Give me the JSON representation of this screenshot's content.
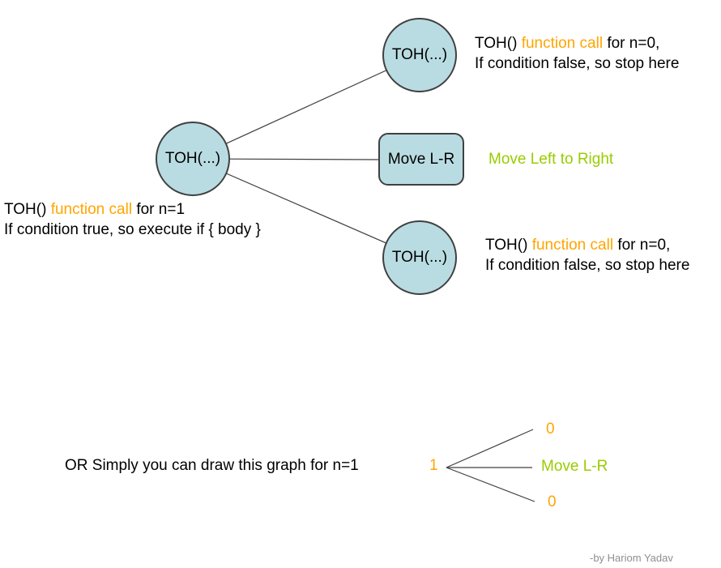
{
  "colors": {
    "node_fill": "#b9dce2",
    "node_border": "#404040",
    "line": "#404040",
    "orange": "#ffa500",
    "green": "#99cc00",
    "gray": "#8f8f8f"
  },
  "nodes": {
    "root_label": "TOH(...)",
    "top_label": "TOH(...)",
    "bottom_label": "TOH(...)",
    "move_label": "Move L-R"
  },
  "annotations": {
    "top": {
      "pre": "TOH() ",
      "highlight": "function call",
      "post": " for n=0,",
      "line2": "If condition false, so stop here"
    },
    "root": {
      "pre": "TOH() ",
      "highlight": "function call",
      "post": " for n=1",
      "line2": "If condition true, so execute if { body }"
    },
    "bottom": {
      "pre": "TOH() ",
      "highlight": "function call",
      "post": " for n=0,",
      "line2": "If condition false, so stop here"
    },
    "move": "Move Left to Right"
  },
  "simple_graph": {
    "intro": "OR Simply you can draw this graph for n=1",
    "root": "1",
    "top_leaf": "0",
    "middle_leaf": "Move L-R",
    "bottom_leaf": "0"
  },
  "footer": {
    "credit": "-by Hariom Yadav"
  }
}
